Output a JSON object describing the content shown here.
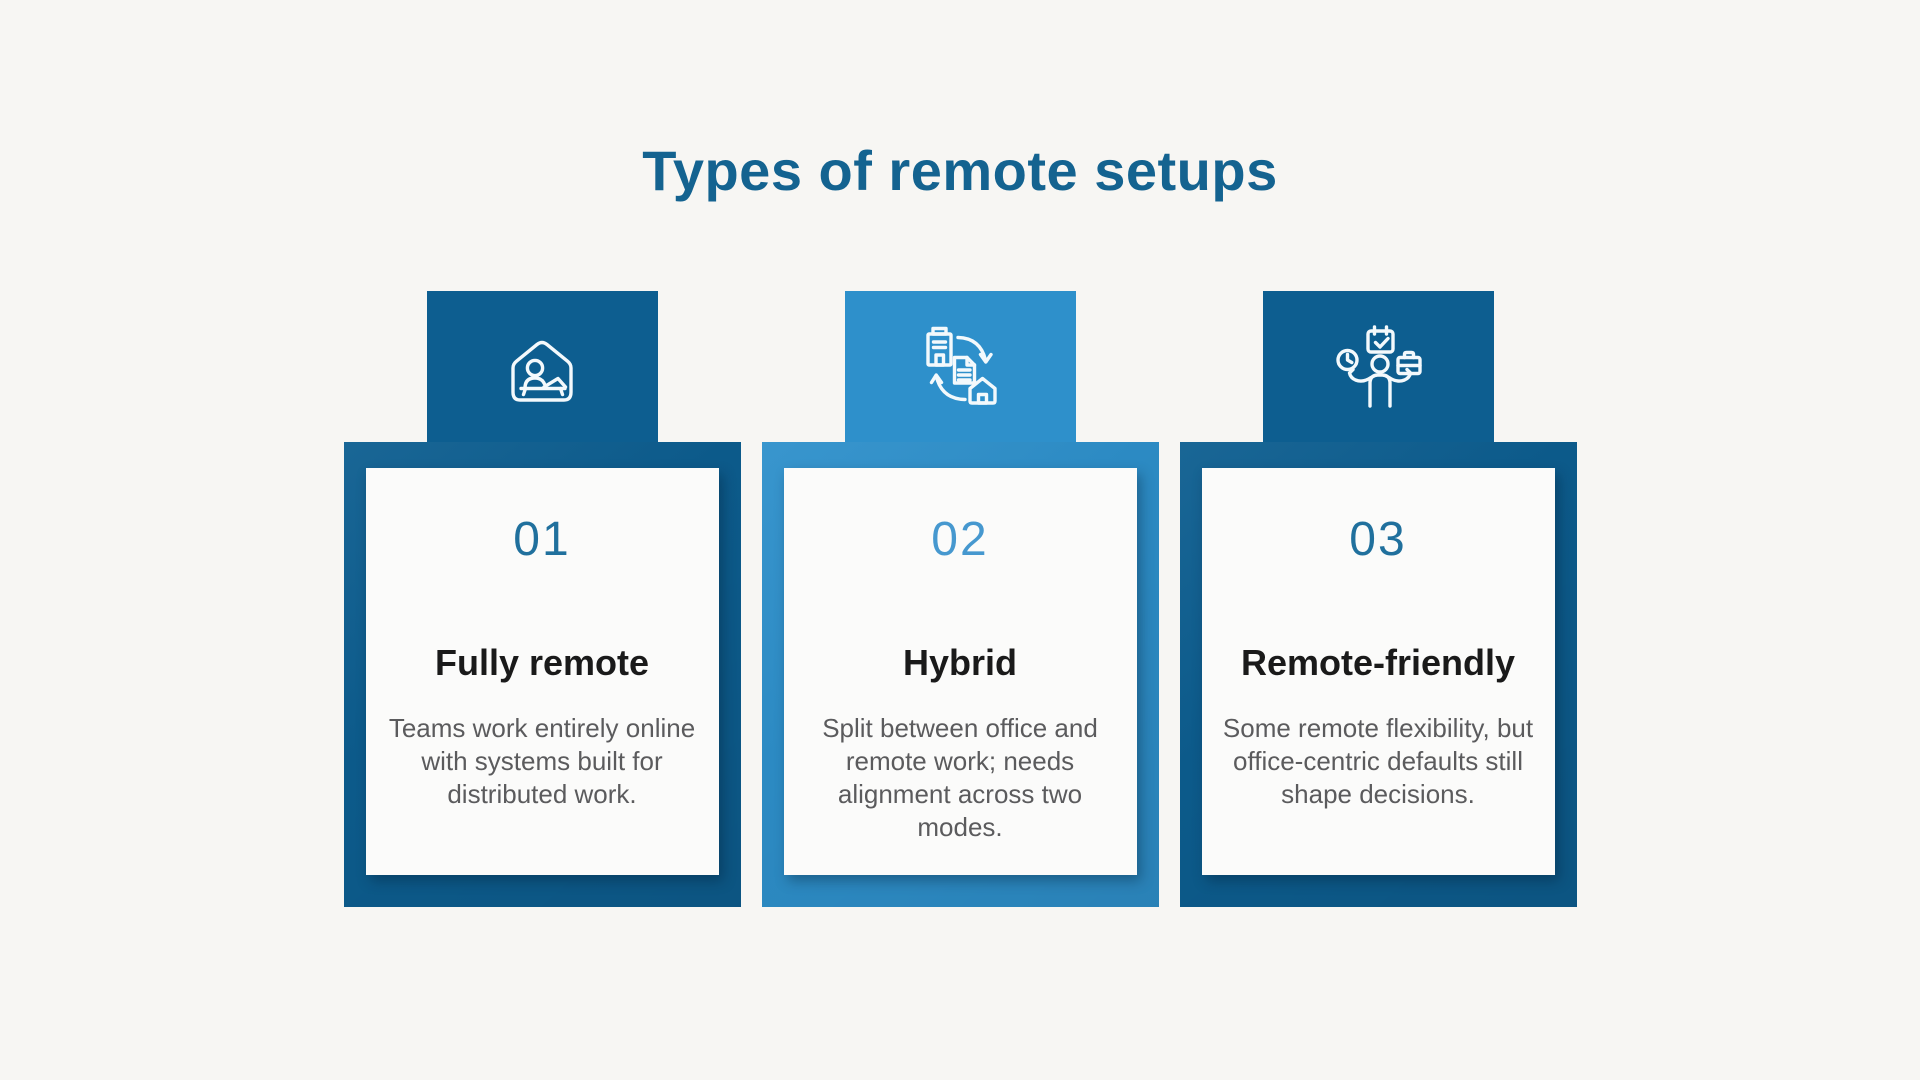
{
  "page": {
    "background_color": "#f7f6f3"
  },
  "title": {
    "text": "Types of remote setups",
    "color": "#146390"
  },
  "cards": [
    {
      "number": "01",
      "title": "Fully remote",
      "description": "Teams work entirely online with systems built for distributed work.",
      "accent_color": "#0d5e90",
      "number_color": "#20709d",
      "icon": "home-office-icon"
    },
    {
      "number": "02",
      "title": "Hybrid",
      "description": "Split between office and remote work; needs alignment across two modes.",
      "accent_color": "#2e90cb",
      "number_color": "#4698cf",
      "icon": "office-home-sync-icon"
    },
    {
      "number": "03",
      "title": "Remote-friendly",
      "description": "Some remote flexibility, but office-centric defaults still shape decisions.",
      "accent_color": "#0d5e90",
      "number_color": "#20709d",
      "icon": "work-life-balance-icon"
    }
  ]
}
